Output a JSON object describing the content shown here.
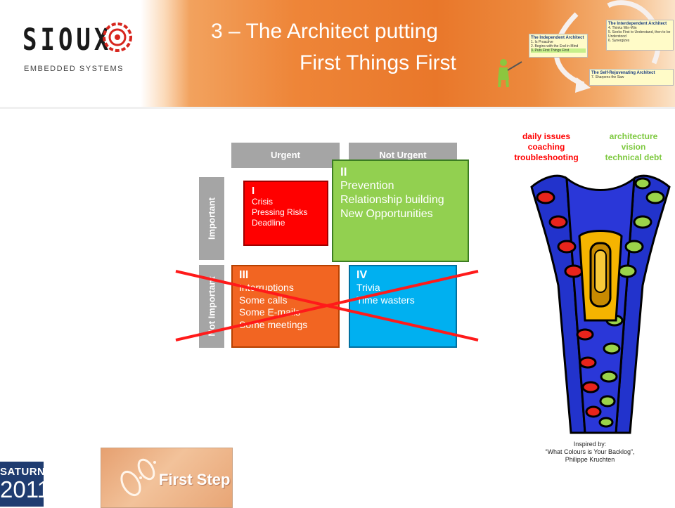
{
  "header": {
    "logo_text": "SIOUX",
    "logo_sub": "EMBEDDED SYSTEMS",
    "title_line1": "3 – The Architect putting",
    "title_line2": "First Things First"
  },
  "habits": {
    "interdependent": {
      "title": "The Interdependent Architect",
      "items": [
        "4.  Thinks Win-Win",
        "5.  Seeks First to Understand, then to be Understood",
        "6.  Synergizes"
      ]
    },
    "independent": {
      "title": "The Independent Architect",
      "items": [
        "1.  Is Proactive",
        "2.  Begins with the End in Mind",
        "3.  Puts First Things First"
      ]
    },
    "renewing": {
      "title": "The Self-Rejuvenating Architect",
      "items": [
        "7.  Sharpens the Saw"
      ]
    }
  },
  "matrix": {
    "col_headers": [
      "Urgent",
      "Not Urgent"
    ],
    "row_headers": [
      "Important",
      "Not Important"
    ],
    "quadrants": [
      {
        "num": "I",
        "items": [
          "Crisis",
          "Pressing Risks",
          "Deadline"
        ],
        "color": "#ff0000"
      },
      {
        "num": "II",
        "items": [
          "Prevention",
          "Relationship building",
          "New Opportunities"
        ],
        "color": "#92d050"
      },
      {
        "num": "III",
        "items": [
          "Interruptions",
          "Some calls",
          "Some E-mails",
          "Some meetings"
        ],
        "color": "#f26522"
      },
      {
        "num": "IV",
        "items": [
          "Trivia",
          "Time wasters"
        ],
        "color": "#00b0f0"
      }
    ]
  },
  "zipper": {
    "left_labels": [
      "daily issues",
      "coaching",
      "troubleshooting"
    ],
    "right_labels": [
      "architecture",
      "vision",
      "technical debt"
    ],
    "left_color": "#ff0000",
    "right_color": "#7ec940",
    "credit": [
      "Inspired by:",
      "“What Colours is Your Backlog”,",
      "Philippe Kruchten"
    ]
  },
  "footer": {
    "saturn": "SATURN",
    "year": "2011",
    "first_step": "First Step"
  }
}
